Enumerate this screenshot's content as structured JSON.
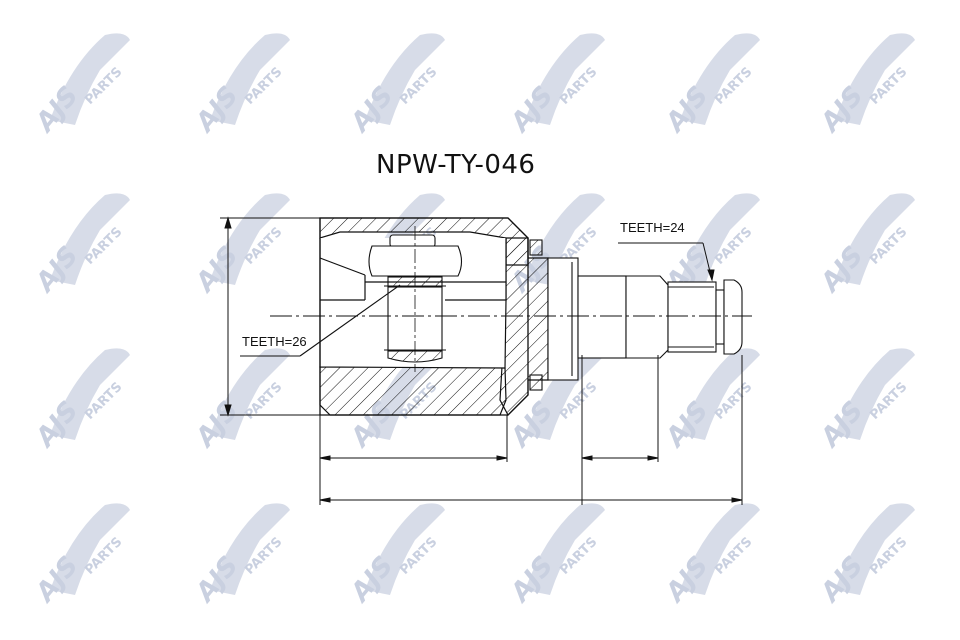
{
  "drawing": {
    "part_number": "NPW-TY-046",
    "labels": {
      "teeth_inner": "TEETH=26",
      "teeth_outer": "TEETH=24"
    }
  },
  "watermark": {
    "text_main": "AJS",
    "text_sub": "PARTS",
    "color": "#c9d0e0",
    "grid_columns": 6,
    "grid_rows": 4
  },
  "colors": {
    "line": "#111111",
    "background": "#ffffff"
  }
}
